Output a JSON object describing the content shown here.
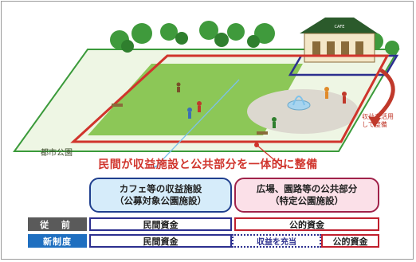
{
  "illustration": {
    "park_label": "都市公園",
    "cafe_sign": "CAFE",
    "caption_line1": "収益を活用",
    "caption_line2": "して整備"
  },
  "headline": "民間が収益施設と公共部分を一体的に整備",
  "boxes": {
    "left_line1": "カフェ等の収益施設",
    "left_line2": "（公募対象公園施設）",
    "right_line1": "広場、園路等の公共部分",
    "right_line2": "（特定公園施設）"
  },
  "rows": {
    "before_label": "従 前",
    "before_left": "民間資金",
    "before_right": "公的資金",
    "new_label": "新制度",
    "new_left": "民間資金",
    "new_middle": "収益を充当",
    "new_right": "公的資金"
  },
  "colors": {
    "red": "#d0342c",
    "navy": "#2c2f8f",
    "blue_label": "#1f6fc0",
    "green_lawn": "#7cc24a"
  }
}
